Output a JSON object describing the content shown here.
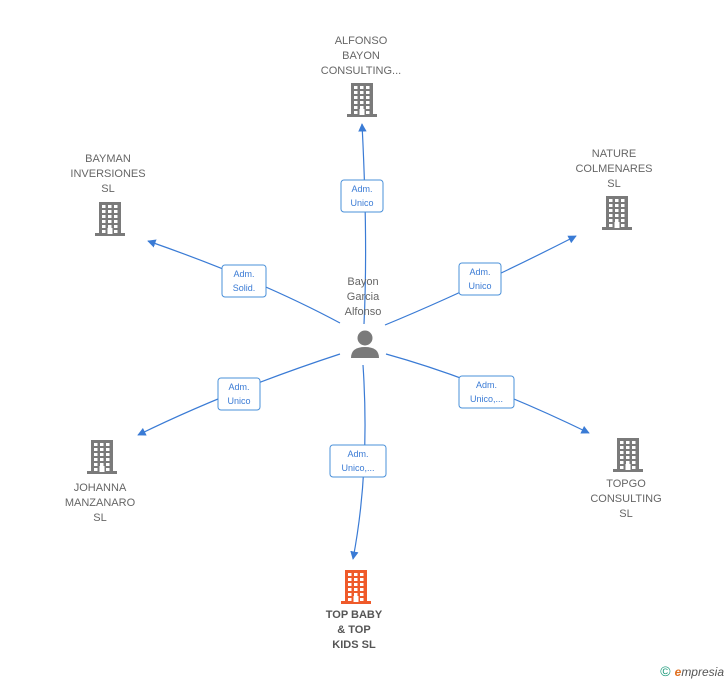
{
  "center": {
    "label_lines": [
      "Bayon",
      "Garcia",
      "Alfonso"
    ],
    "icon": "person-icon"
  },
  "nodes": [
    {
      "id": "alfonso",
      "label_lines": [
        "ALFONSO",
        "BAYON",
        "CONSULTING..."
      ],
      "icon": "building-icon",
      "color": "#7a7a7a"
    },
    {
      "id": "nature",
      "label_lines": [
        "NATURE",
        "COLMENARES",
        "SL"
      ],
      "icon": "building-icon",
      "color": "#7a7a7a"
    },
    {
      "id": "topgo",
      "label_lines": [
        "TOPGO",
        "CONSULTING",
        "SL"
      ],
      "icon": "building-icon",
      "color": "#7a7a7a"
    },
    {
      "id": "topbaby",
      "label_lines": [
        "TOP BABY",
        "& TOP",
        "KIDS  SL"
      ],
      "icon": "building-icon",
      "color": "#ef5a2a"
    },
    {
      "id": "johanna",
      "label_lines": [
        "JOHANNA",
        "MANZANARO",
        "SL"
      ],
      "icon": "building-icon",
      "color": "#7a7a7a"
    },
    {
      "id": "bayman",
      "label_lines": [
        "BAYMAN",
        "INVERSIONES",
        "SL"
      ],
      "icon": "building-icon",
      "color": "#7a7a7a"
    }
  ],
  "edges": [
    {
      "to": "alfonso",
      "label_lines": [
        "Adm.",
        "Unico"
      ]
    },
    {
      "to": "nature",
      "label_lines": [
        "Adm.",
        "Unico"
      ]
    },
    {
      "to": "topgo",
      "label_lines": [
        "Adm.",
        "Unico,..."
      ]
    },
    {
      "to": "topbaby",
      "label_lines": [
        "Adm.",
        "Unico,..."
      ]
    },
    {
      "to": "johanna",
      "label_lines": [
        "Adm.",
        "Unico"
      ]
    },
    {
      "to": "bayman",
      "label_lines": [
        "Adm.",
        "Solid."
      ]
    }
  ],
  "colors": {
    "edge": "#3a7bd5",
    "building": "#7a7a7a",
    "highlight": "#ef5a2a",
    "person": "#7a7a7a"
  },
  "footer": {
    "copyright_symbol": "©",
    "brand": "mpresia",
    "brand_initial": "e"
  }
}
